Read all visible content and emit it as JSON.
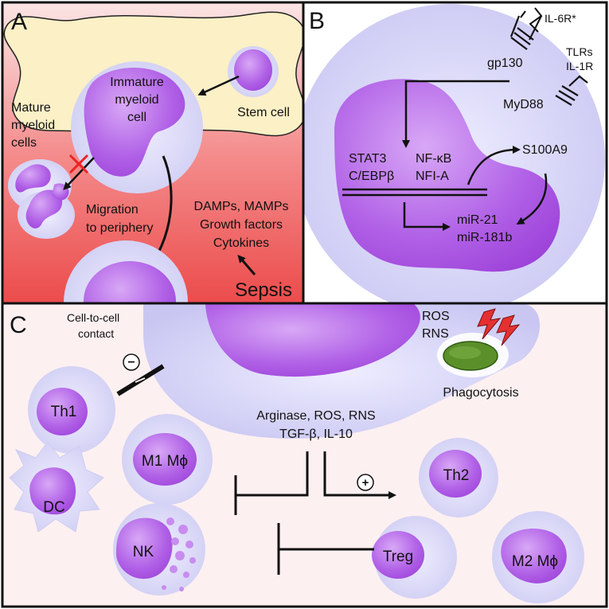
{
  "panels": {
    "a": {
      "letter": "A",
      "immature_label": [
        "Immature",
        "myeloid",
        "cell"
      ],
      "stem_label": "Stem cell",
      "mature_label": [
        "Mature",
        "myeloid",
        "cells"
      ],
      "migration_label": [
        "Migration",
        "to periphery"
      ],
      "factors_label": [
        "DAMPs, MAMPs",
        "Growth factors",
        "Cytokines"
      ],
      "sepsis_label": "Sepsis"
    },
    "b": {
      "letter": "B",
      "receptor_il6": "IL-6R*",
      "receptor_tlr": [
        "TLRs",
        "IL-1R"
      ],
      "gp130": "gp130",
      "myd88": "MyD88",
      "tf_left": [
        "STAT3",
        "C/EBPβ"
      ],
      "tf_right": [
        "NF-κB",
        "NFI-A"
      ],
      "s100a9": "S100A9",
      "mirnas": [
        "miR-21",
        "miR-181b"
      ]
    },
    "c": {
      "letter": "C",
      "contact_label": [
        "Cell-to-cell",
        "contact"
      ],
      "ros_rns": [
        "ROS",
        "RNS"
      ],
      "phagocytosis": "Phagocytosis",
      "mediators": [
        "Arginase, ROS, RNS",
        "TGF-β, IL-10"
      ],
      "cells": {
        "th1": "Th1",
        "dc": "DC",
        "m1": "M1 Mϕ",
        "nk": "NK",
        "th2": "Th2",
        "treg": "Treg",
        "m2": "M2 Mϕ"
      },
      "minus_sign": "−",
      "plus_sign": "+"
    }
  },
  "colors": {
    "cell_membrane": "#d4d2f6",
    "nucleus": "#a84fe0",
    "nucleus_light": "#c98cf0",
    "bone": "#fbf0c6",
    "blood_red": "#ee5555",
    "panel_c_bg": "#fdf0f1",
    "bacterium": "#5a8f2a",
    "lightning": "#e53030",
    "cross": "#ee2222"
  }
}
